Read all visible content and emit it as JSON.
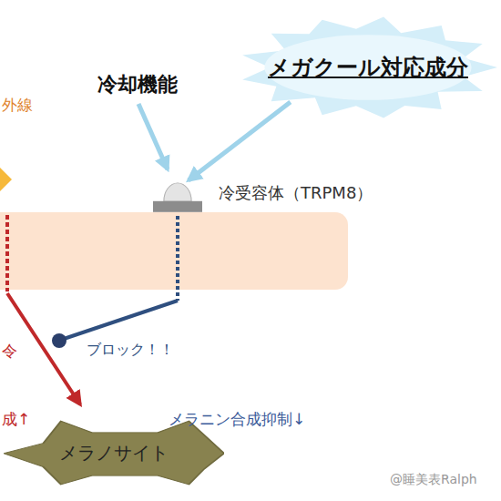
{
  "diagram": {
    "nodes": [
      {
        "text": [
          "メガクール対応成分"
        ]
      },
      {
        "text": [
          "冷受容体（TRPM8）"
        ]
      },
      {
        "text": [
          "メラノサイト"
        ]
      }
    ],
    "edges": [
      {
        "from": 0,
        "to": 1,
        "arrow": "to"
      }
    ],
    "labels": [
      "冷却機能",
      "外線",
      "令",
      "ブロック！！",
      "成↑",
      "メラニン合成抑制↓",
      "@睡美表Ralph"
    ]
  }
}
